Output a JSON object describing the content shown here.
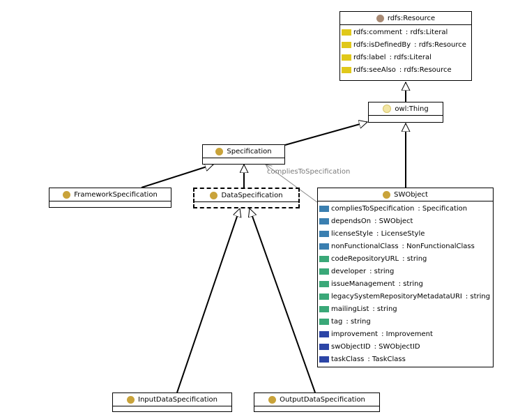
{
  "diagram": {
    "colors": {
      "datatype_property": "#e0c81a",
      "object_property": "#3a7fb0",
      "data_property": "#3aa878",
      "inverse_property": "#2c45a6",
      "class_icon": "#c9a33a",
      "resource_icon": "#a88a74"
    },
    "icon": "class-icon",
    "classes": {
      "rdfs_resource": {
        "name": "rdfs:Resource",
        "attributes": [
          {
            "name": "rdfs:comment",
            "type": ": rdfs:Literal",
            "kind": "datatype_property"
          },
          {
            "name": "rdfs:isDefinedBy",
            "type": ": rdfs:Resource",
            "kind": "datatype_property"
          },
          {
            "name": "rdfs:label",
            "type": ": rdfs:Literal",
            "kind": "datatype_property"
          },
          {
            "name": "rdfs:seeAlso",
            "type": ": rdfs:Resource",
            "kind": "datatype_property"
          }
        ]
      },
      "owl_thing": {
        "name": "owl:Thing"
      },
      "specification": {
        "name": "Specification"
      },
      "framework_specification": {
        "name": "FrameworkSpecification"
      },
      "data_specification": {
        "name": "DataSpecification"
      },
      "swobject": {
        "name": "SWObject",
        "attributes": [
          {
            "name": "compliesToSpecification",
            "type": ": Specification",
            "kind": "object_property"
          },
          {
            "name": "dependsOn",
            "type": ": SWObject",
            "kind": "object_property"
          },
          {
            "name": "licenseStyle",
            "type": ": LicenseStyle",
            "kind": "object_property"
          },
          {
            "name": "nonFunctionalClass",
            "type": ": NonFunctionalClass",
            "kind": "object_property"
          },
          {
            "name": "codeRepositoryURL",
            "type": ": string",
            "kind": "data_property"
          },
          {
            "name": "developer",
            "type": ": string",
            "kind": "data_property"
          },
          {
            "name": "issueManagement",
            "type": ": string",
            "kind": "data_property"
          },
          {
            "name": "legacySystemRepositoryMetadataURI",
            "type": ": string",
            "kind": "data_property"
          },
          {
            "name": "mailingList",
            "type": ": string",
            "kind": "data_property"
          },
          {
            "name": "tag",
            "type": ": string",
            "kind": "data_property"
          },
          {
            "name": "improvement",
            "type": ": Improvement",
            "kind": "inverse_property"
          },
          {
            "name": "swObjectID",
            "type": ": SWObjectID",
            "kind": "inverse_property"
          },
          {
            "name": "taskClass",
            "type": ": TaskClass",
            "kind": "inverse_property"
          }
        ]
      },
      "input_data_specification": {
        "name": "InputDataSpecification"
      },
      "output_data_specification": {
        "name": "OutputDataSpecification"
      }
    },
    "association_label": "compliesToSpecification"
  }
}
